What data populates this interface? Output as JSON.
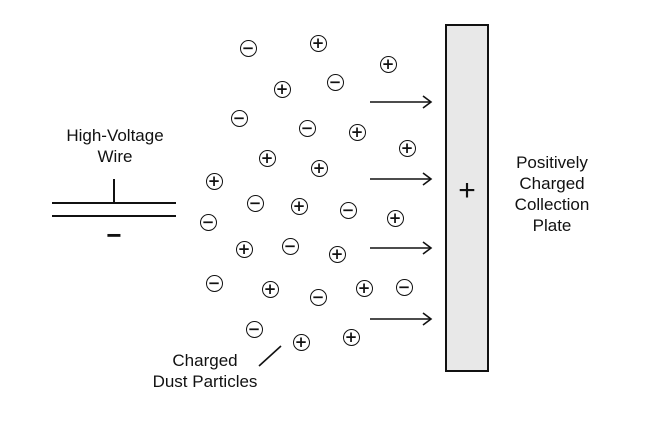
{
  "labels": {
    "wire": [
      "High-Voltage",
      "Wire"
    ],
    "wire_sign": "−",
    "plate": [
      "Positively",
      "Charged",
      "Collection",
      "Plate"
    ],
    "plate_sign": "+",
    "particles": [
      "Charged",
      "Dust Particles"
    ]
  },
  "particles": [
    {
      "sign": "−"
    },
    {
      "sign": "+"
    },
    {
      "sign": "+"
    },
    {
      "sign": "−"
    },
    {
      "sign": "+"
    },
    {
      "sign": "−"
    },
    {
      "sign": "−"
    },
    {
      "sign": "+"
    },
    {
      "sign": "+"
    },
    {
      "sign": "+"
    },
    {
      "sign": "+"
    },
    {
      "sign": "+"
    },
    {
      "sign": "−"
    },
    {
      "sign": "+"
    },
    {
      "sign": "−"
    },
    {
      "sign": "−"
    },
    {
      "sign": "+"
    },
    {
      "sign": "+"
    },
    {
      "sign": "−"
    },
    {
      "sign": "+"
    },
    {
      "sign": "−"
    },
    {
      "sign": "+"
    },
    {
      "sign": "−"
    },
    {
      "sign": "+"
    },
    {
      "sign": "−"
    },
    {
      "sign": "−"
    },
    {
      "sign": "+"
    },
    {
      "sign": "+"
    }
  ]
}
